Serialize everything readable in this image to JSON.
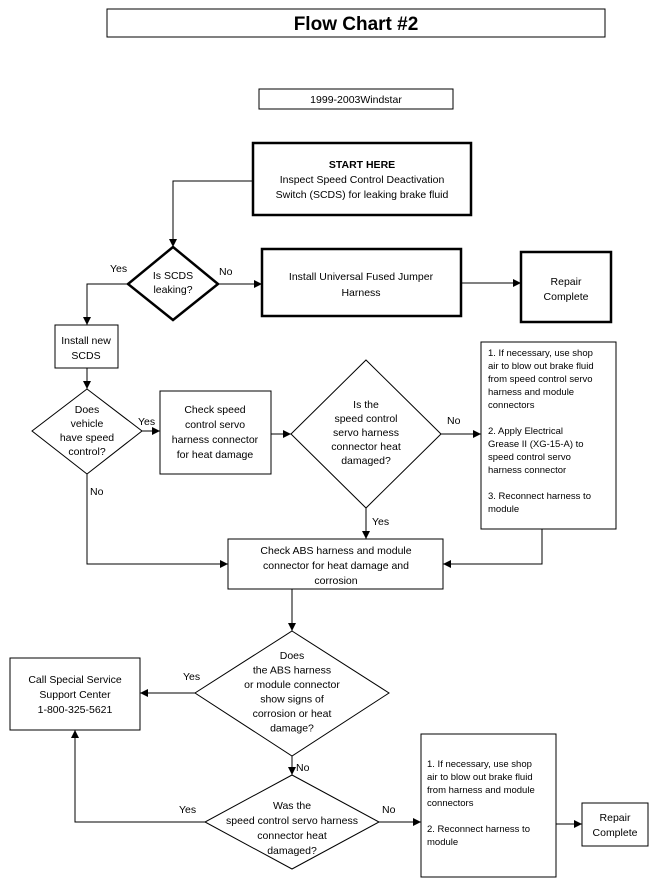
{
  "title": "Flow Chart #2",
  "subtitle": "1999-2003Windstar",
  "nodes": {
    "start": [
      "START HERE",
      "Inspect Speed Control Deactivation",
      "Switch (SCDS) for leaking brake fluid"
    ],
    "scds_leaking": [
      "Is SCDS",
      "leaking?"
    ],
    "install_jumper": [
      "Install Universal Fused Jumper",
      "Harness"
    ],
    "repair_complete_1": [
      "Repair",
      "Complete"
    ],
    "install_scds": [
      "Install new",
      "SCDS"
    ],
    "has_speed_control": [
      "Does",
      "vehicle",
      "have speed",
      "control?"
    ],
    "check_servo": [
      "Check speed",
      "control servo",
      "harness connector",
      "for heat damage"
    ],
    "servo_damaged": [
      "Is the",
      "speed control",
      "servo harness",
      "connector heat",
      "damaged?"
    ],
    "servo_fix": [
      "1. If necessary, use shop",
      "air to blow out brake fluid",
      "from speed control servo",
      "harness and module",
      "connectors",
      "",
      "2.  Apply Electrical",
      "Grease II (XG-15-A) to",
      "speed control servo",
      "harness connector",
      "",
      "3. Reconnect harness to",
      "module"
    ],
    "check_abs": [
      "Check ABS harness and module",
      "connector for heat damage and",
      "corrosion"
    ],
    "abs_corrosion": [
      "Does",
      "the ABS harness",
      "or module connector",
      "show signs of",
      "corrosion or heat",
      "damage?"
    ],
    "call_center": [
      "Call Special Service",
      "Support Center",
      "1-800-325-5621"
    ],
    "was_servo_damaged": [
      "Was the",
      "speed control servo harness",
      "connector heat",
      "damaged?"
    ],
    "final_fix": [
      "1.  If necessary, use shop",
      "air to blow out brake fluid",
      "from harness and module",
      "connectors",
      "",
      "2.  Reconnect harness to",
      "module"
    ],
    "repair_complete_2": [
      "Repair",
      "Complete"
    ]
  },
  "edge_labels": {
    "scds_yes": "Yes",
    "scds_no": "No",
    "speed_yes": "Yes",
    "speed_no": "No",
    "servo_no": "No",
    "servo_yes": "Yes",
    "abs_yes": "Yes",
    "abs_no": "No",
    "was_yes": "Yes",
    "was_no": "No"
  }
}
